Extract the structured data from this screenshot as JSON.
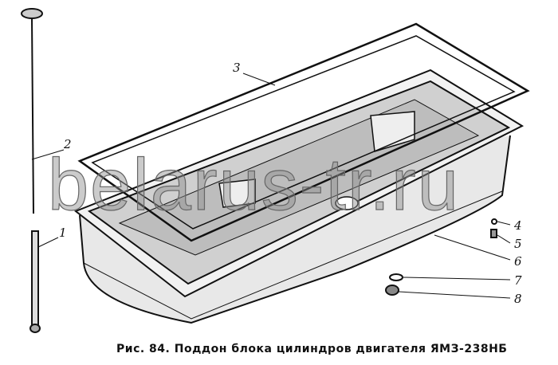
{
  "figure": {
    "caption": "Рис. 84. Поддон блока цилиндров двигателя ЯМЗ-238НБ",
    "watermark": "belarus-tr.ru",
    "callouts": [
      "1",
      "2",
      "3",
      "4",
      "5",
      "6",
      "7",
      "8"
    ]
  }
}
